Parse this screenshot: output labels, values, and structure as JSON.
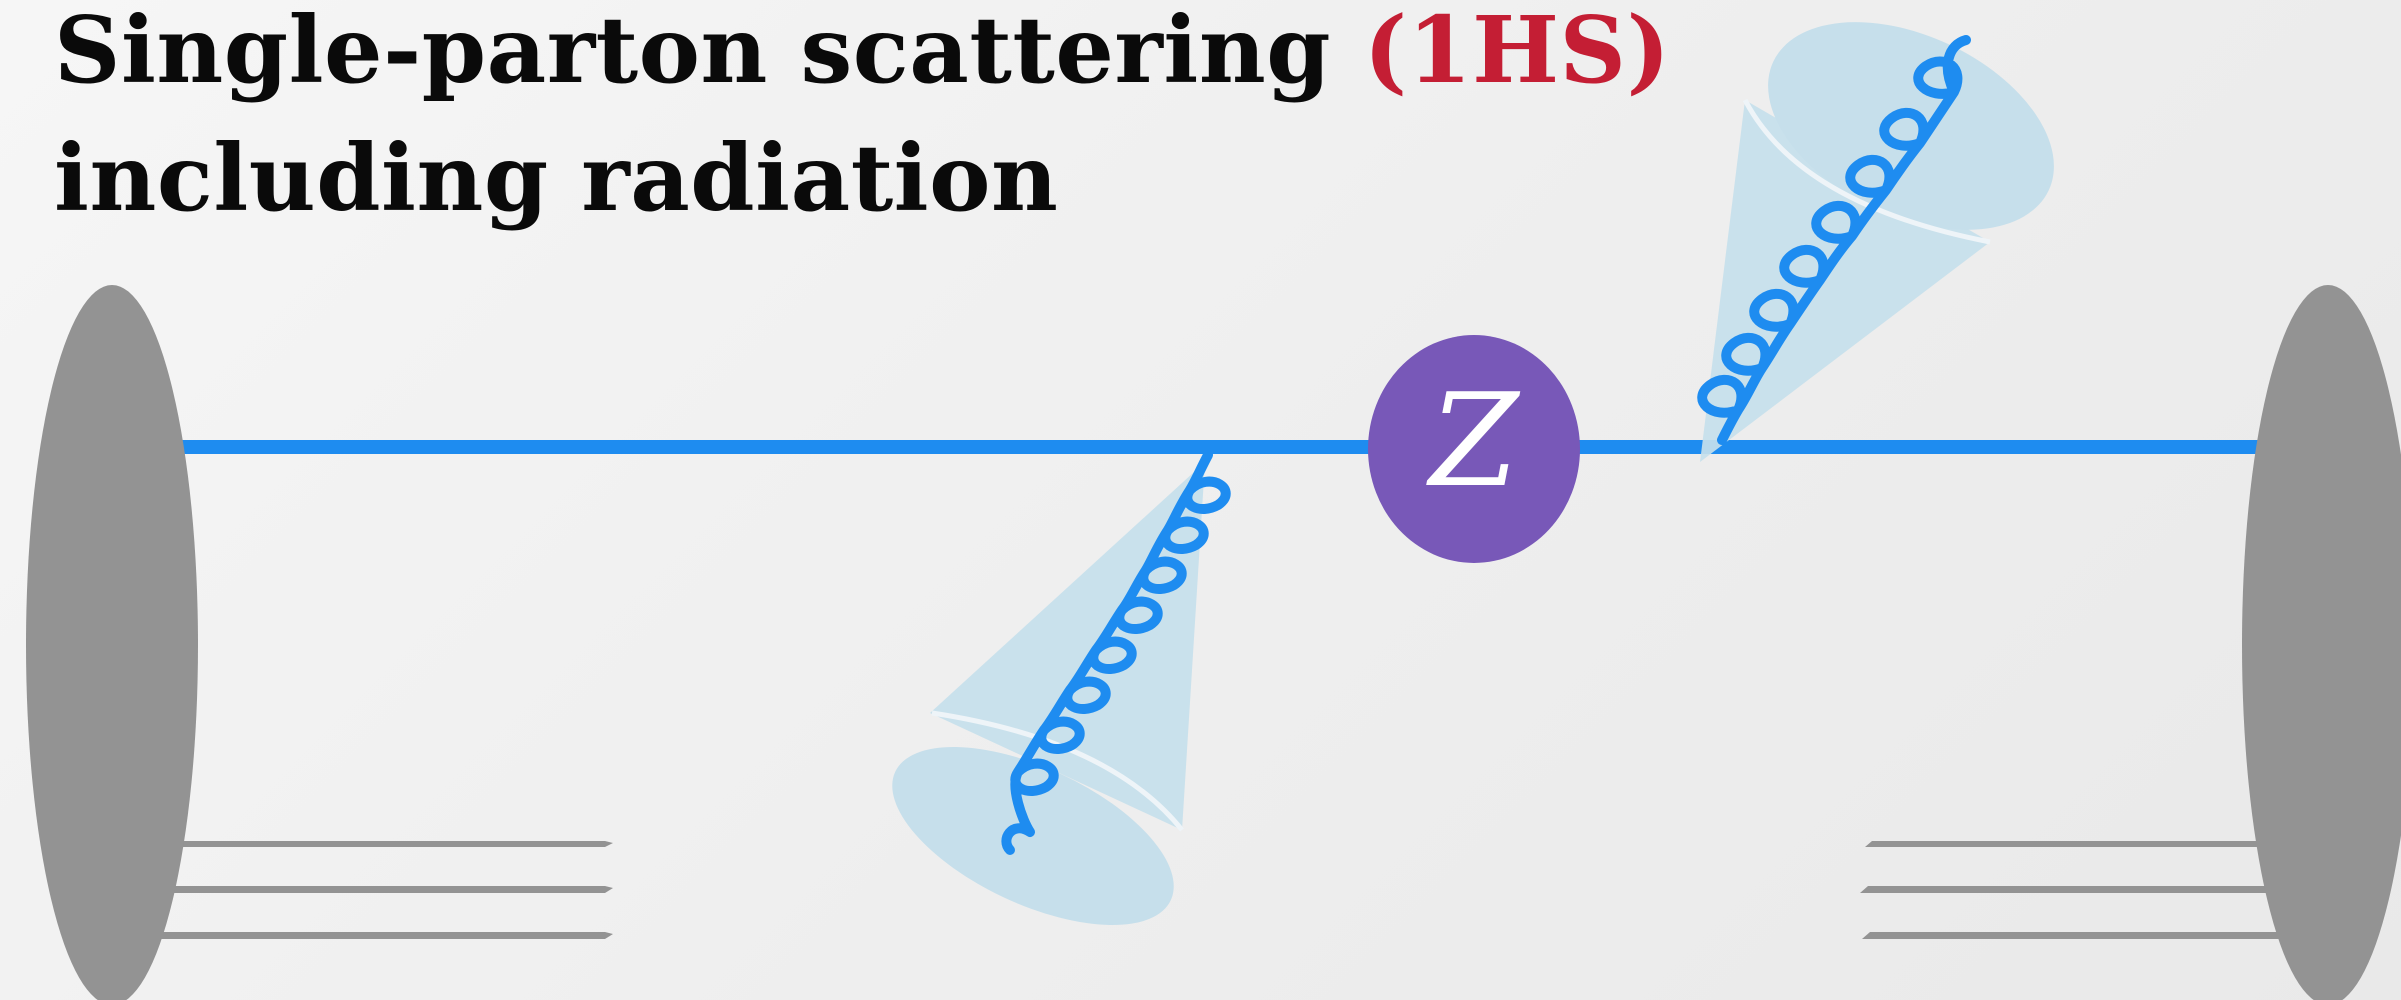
{
  "title": {
    "line1_prefix": "Single-parton scattering ",
    "line1_highlight": "(1HS)",
    "line2": "including radiation"
  },
  "boson": {
    "label": "Z",
    "fill": "#7858b8",
    "text_color": "#ffffff"
  },
  "colors": {
    "background": "#efefef",
    "title_text": "#0a0a0a",
    "highlight": "#c41e34",
    "parton_line": "#1e8cf0",
    "gluon": "#1e8cf0",
    "jet_cone": "#c6dfeb",
    "proton": "#939393",
    "spectator_lines": "#939393"
  }
}
